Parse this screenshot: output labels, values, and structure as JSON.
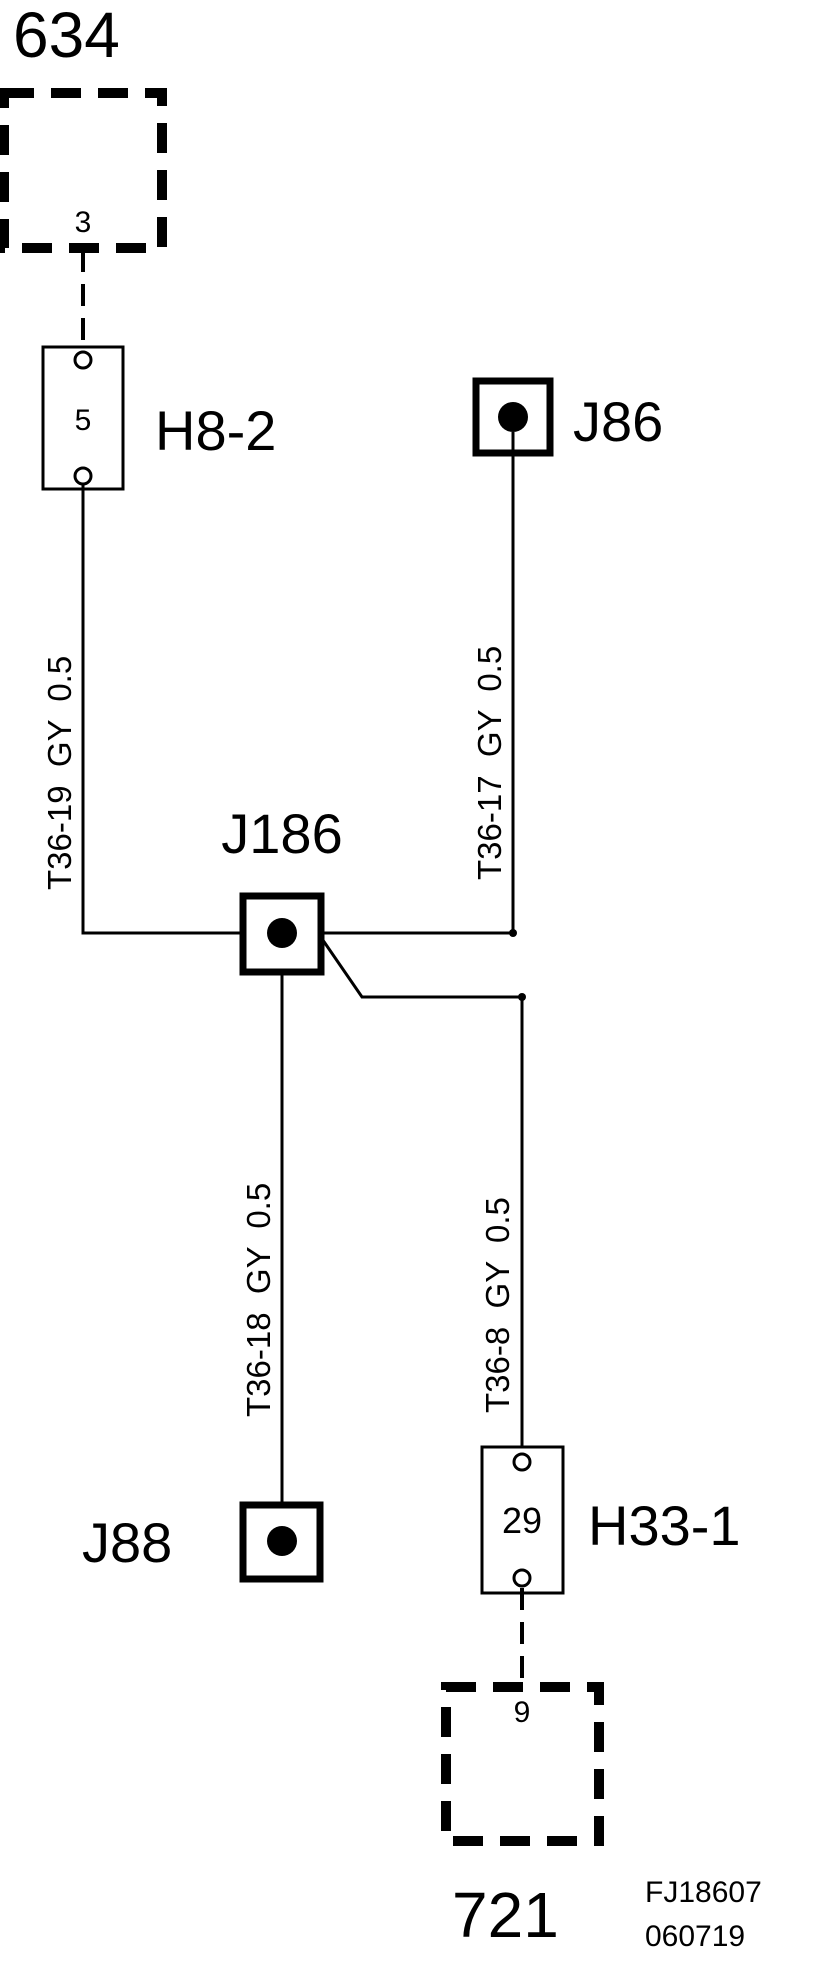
{
  "blocks": {
    "top": {
      "id": "634",
      "pin": "3"
    },
    "bottom": {
      "id": "721",
      "pin": "9"
    }
  },
  "connectors": {
    "h8": {
      "id": "H8-2",
      "pin": "5"
    },
    "h33": {
      "id": "H33-1",
      "pin": "29"
    }
  },
  "splices": {
    "j86": "J86",
    "j186": "J186",
    "j88": "J88"
  },
  "wires": {
    "w19": "T36-19  GY  0.5",
    "w17": "T36-17  GY  0.5",
    "w18": "T36-18  GY  0.5",
    "w8": "T36-8  GY  0.5"
  },
  "footer": {
    "code": "FJ18607",
    "date": "060719"
  }
}
